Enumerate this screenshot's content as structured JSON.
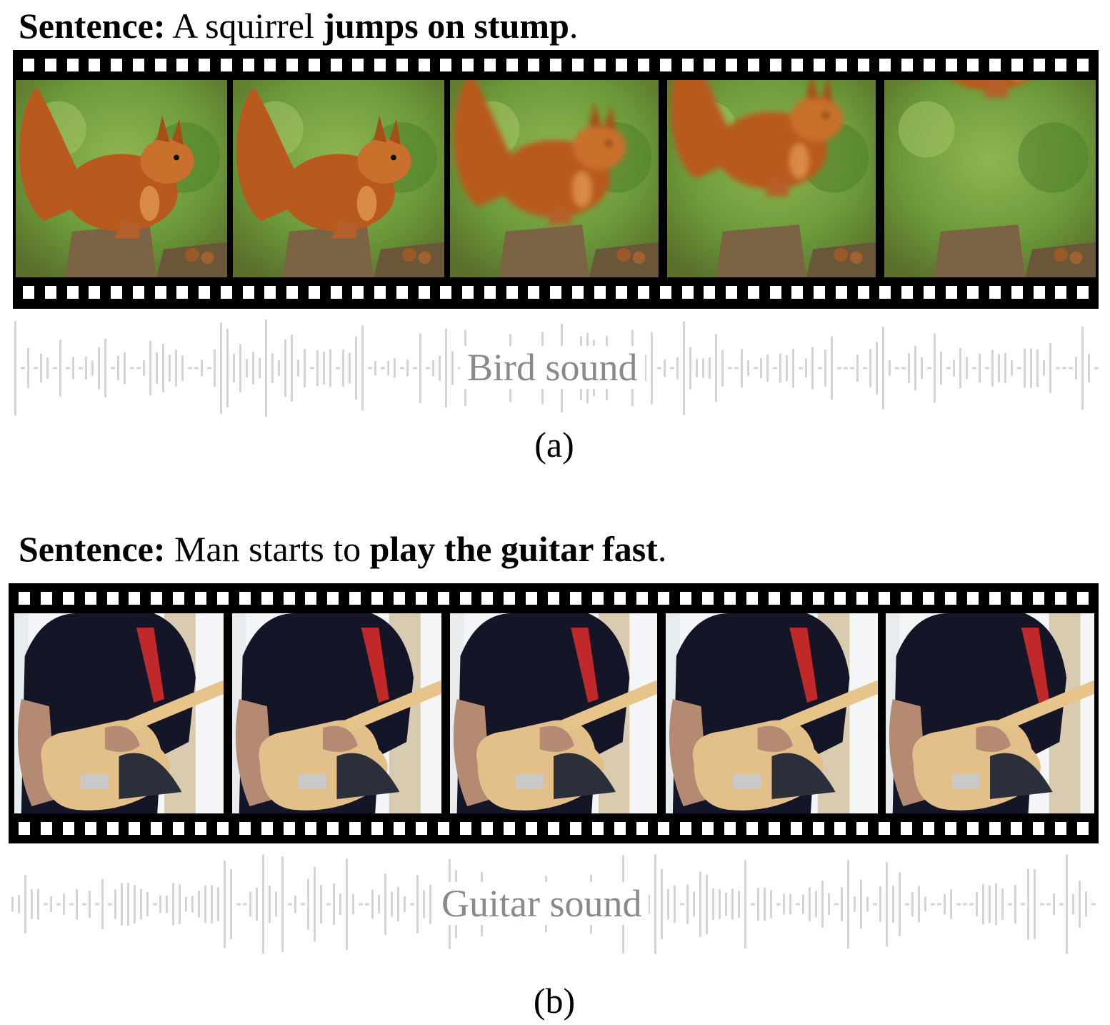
{
  "panel_a": {
    "sentence_prefix": "Sentence:",
    "sentence_plain": " A squirrel ",
    "sentence_bold": "jumps on stump",
    "sentence_end": ".",
    "sound_label": "Bird sound",
    "panel_label": "(a)",
    "frame_count": 5,
    "frame_subject": "squirrel-on-stump"
  },
  "panel_b": {
    "sentence_prefix": "Sentence:",
    "sentence_plain": " Man starts to ",
    "sentence_bold": "play the guitar fast",
    "sentence_end": ".",
    "sound_label": "Guitar sound",
    "panel_label": "(b)",
    "frame_count": 5,
    "frame_subject": "man-playing-guitar"
  },
  "colors": {
    "film": "#000000",
    "waveform": "#d4d4d4",
    "sound_label": "#8a8a8a",
    "squirrel_fur": "#b85a1e",
    "foliage": "#6c9a3a",
    "shirt": "#141628",
    "guitar_body": "#e3c08a",
    "strap": "#c0282a"
  }
}
